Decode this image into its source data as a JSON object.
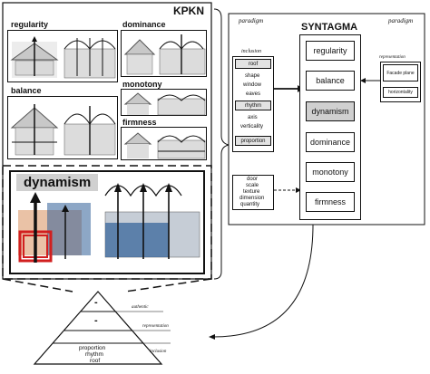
{
  "kpkn": {
    "title": "KPKN",
    "panels": {
      "regularity": "regularity",
      "dominance": "dominance",
      "balance": "balance",
      "monotony": "monotony",
      "firmness": "firmness",
      "dynamism": "dynamism"
    }
  },
  "syntagma": {
    "title": "SYNTAGMA",
    "paradigm_left": "paradigm",
    "paradigm_right": "paradigm",
    "items": [
      "regularity",
      "balance",
      "dynamism",
      "dominance",
      "monotony",
      "firmness"
    ],
    "highlighted": "dynamism"
  },
  "inclusion": {
    "label": "inclusion",
    "roof": "roof",
    "roof_items": [
      "shape",
      "window",
      "eaves"
    ],
    "rhythm": "rhythm",
    "rhythm_items": [
      "axis",
      "verticality"
    ],
    "proportion": "proportion"
  },
  "representation": {
    "label": "representation",
    "facade": "Facade plane",
    "horizontality": "horizontality"
  },
  "door_box": {
    "items": [
      "door",
      "scale",
      "texture",
      "dimension",
      "quantity"
    ]
  },
  "pyramid": {
    "top": "-",
    "middle": "-",
    "bottom": [
      "proportion",
      "rhythm",
      "roof"
    ],
    "levels": [
      "authentic",
      "representation",
      "inclusion"
    ]
  },
  "colors": {
    "gray_box": "#d0d0d0",
    "light_gray": "#e3e3e3",
    "dynamism_red": "#d11f1f",
    "dynamism_blue": "#2f5f97",
    "dynamism_orange": "#d98f5c"
  }
}
